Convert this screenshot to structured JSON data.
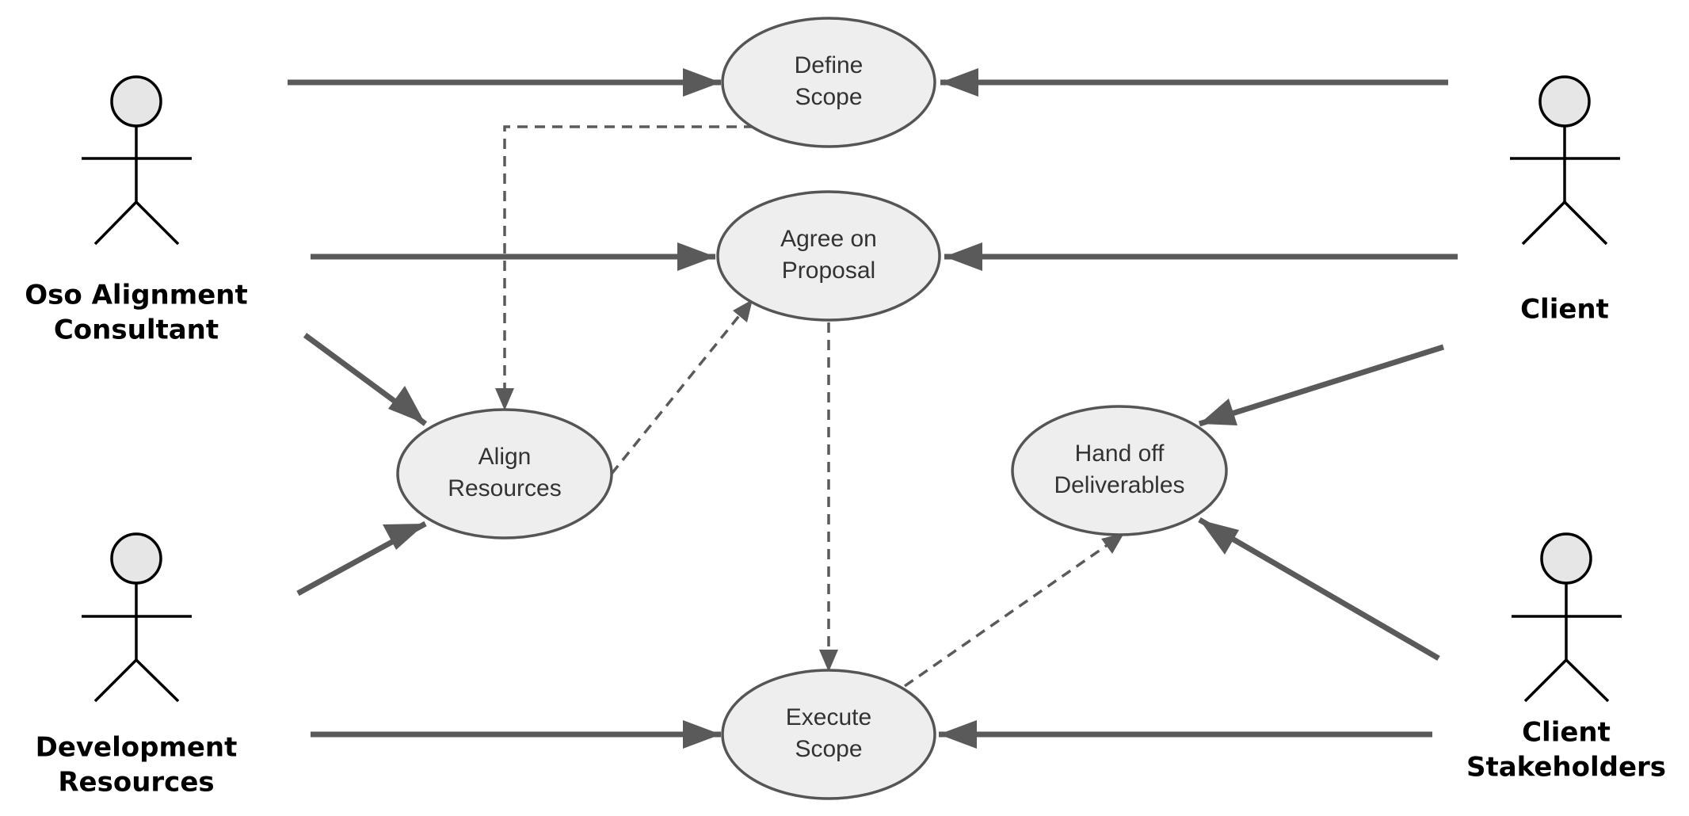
{
  "diagram": {
    "type": "use-case",
    "actors": [
      {
        "id": "consultant",
        "lines": [
          "Oso Alignment",
          "Consultant"
        ]
      },
      {
        "id": "devres",
        "lines": [
          "Development",
          "Resources"
        ]
      },
      {
        "id": "client",
        "lines": [
          "Client"
        ]
      },
      {
        "id": "stakeholders",
        "lines": [
          "Client",
          "Stakeholders"
        ]
      }
    ],
    "use_cases": [
      {
        "id": "define",
        "lines": [
          "Define",
          "Scope"
        ]
      },
      {
        "id": "agree",
        "lines": [
          "Agree on",
          "Proposal"
        ]
      },
      {
        "id": "align",
        "lines": [
          "Align",
          "Resources"
        ]
      },
      {
        "id": "execute",
        "lines": [
          "Execute",
          "Scope"
        ]
      },
      {
        "id": "handoff",
        "lines": [
          "Hand off",
          "Deliverables"
        ]
      }
    ],
    "associations": [
      {
        "from": "consultant",
        "to": "define"
      },
      {
        "from": "client",
        "to": "define"
      },
      {
        "from": "consultant",
        "to": "agree"
      },
      {
        "from": "client",
        "to": "agree"
      },
      {
        "from": "consultant",
        "to": "align"
      },
      {
        "from": "devres",
        "to": "align"
      },
      {
        "from": "client",
        "to": "handoff"
      },
      {
        "from": "stakeholders",
        "to": "handoff"
      },
      {
        "from": "devres",
        "to": "execute"
      },
      {
        "from": "stakeholders",
        "to": "execute"
      }
    ],
    "dependencies": [
      {
        "from": "define",
        "to": "align"
      },
      {
        "from": "align",
        "to": "agree"
      },
      {
        "from": "agree",
        "to": "execute"
      },
      {
        "from": "execute",
        "to": "handoff"
      }
    ],
    "colors": {
      "line": "#5a5a5a",
      "ellipse_fill": "#eeeeee",
      "ellipse_stroke": "#555555",
      "actor_head_fill": "#e6e6e6",
      "actor_stroke": "#000000"
    }
  }
}
